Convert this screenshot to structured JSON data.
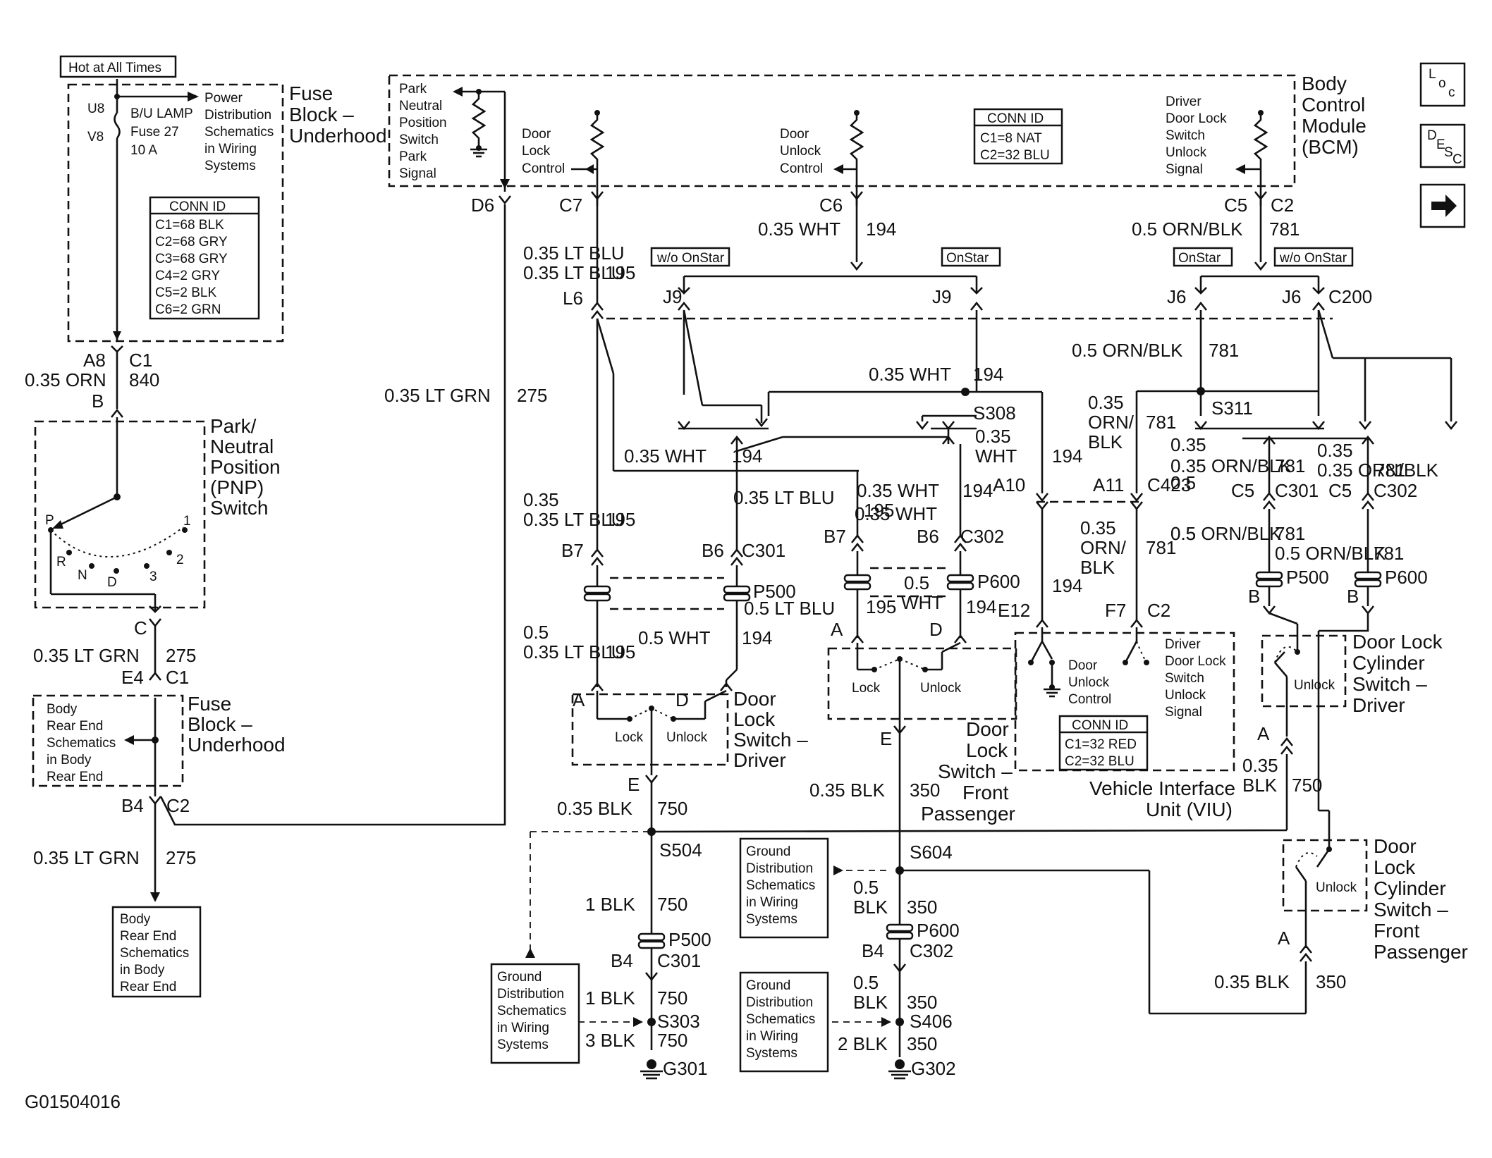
{
  "figure_id": "G01504016",
  "modules": {
    "bcm": "Body Control Module (BCM)",
    "fuse_block_top": "Fuse Block – Underhood",
    "fuse_block_bottom": "Fuse Block – Underhood",
    "pnp": "Park/ Neutral Position (PNP) Switch",
    "dls_driver": "Door Lock Switch – Driver",
    "dls_front": "Door Lock Switch – Front Passenger",
    "viu": "Vehicle Interface Unit (VIU)",
    "dlcs_driver": "Door Lock Cylinder Switch – Driver",
    "dlcs_front": "Door Lock Cylinder Switch – Front Passenger"
  },
  "hot_at_all_times": "Hot at All Times",
  "fuse": {
    "pin_top": "U8",
    "pin_bottom": "V8",
    "name": "B/U LAMP",
    "fuse": "Fuse 27",
    "rating": "10 A",
    "ref": "Power Distribution Schematics in Wiring Systems"
  },
  "conn_id_fuse": {
    "title": "CONN ID",
    "rows": [
      "C1=68 BLK",
      "C2=68 GRY",
      "C3=68 GRY",
      "C4=2 GRY",
      "C5=2 BLK",
      "C6=2 GRN"
    ]
  },
  "conn_id_bcm": {
    "title": "CONN ID",
    "rows": [
      "C1=8 NAT",
      "C2=32 BLU"
    ]
  },
  "conn_id_viu": {
    "title": "CONN ID",
    "rows": [
      "C1=32 RED",
      "C2=32 BLU"
    ]
  },
  "bcm_inputs": {
    "park": "Park Neutral Position Switch Park Signal",
    "lock": "Door Lock Control",
    "unlock": "Door Unlock Control",
    "driver_unlock": "Driver Door Lock Switch Unlock Signal"
  },
  "viu_inputs": {
    "unlock": "Door Unlock Control",
    "driver_unlock": "Driver Door Lock Switch Unlock Signal"
  },
  "switch_labels": {
    "lock": "Lock",
    "unlock": "Unlock"
  },
  "pnp_positions": [
    "P",
    "R",
    "N",
    "D",
    "3",
    "2",
    "1"
  ],
  "options": {
    "without_onstar": "w/o OnStar",
    "onstar": "OnStar"
  },
  "references": {
    "body_rear_end": "Body Rear End Schematics in Body Rear End",
    "ground_dist": "Ground Distribution Schematics in Wiring Systems"
  },
  "pins": {
    "d6": "D6",
    "c7": "C7",
    "c6": "C6",
    "c5": "C5",
    "c2": "C2",
    "a8": "A8",
    "c1": "C1",
    "b": "B",
    "c": "C",
    "e4": "E4",
    "b4": "B4",
    "l6": "L6",
    "j9": "J9",
    "j6": "J6",
    "c200": "C200",
    "b7": "B7",
    "b6": "B6",
    "c301": "C301",
    "c302": "C302",
    "p500": "P500",
    "p600": "P600",
    "a": "A",
    "d": "D",
    "e": "E",
    "a10": "A10",
    "a11": "A11",
    "c423": "C423",
    "e12": "E12",
    "f7": "F7",
    "s308": "S308",
    "s311": "S311",
    "s504": "S504",
    "s604": "S604",
    "s303": "S303",
    "s406": "S406",
    "g301": "G301",
    "g302": "G302"
  },
  "wires": {
    "orn035": "0.35 ORN",
    "n840": "840",
    "ltgrn035": "0.35 LT GRN",
    "n275": "275",
    "ltblu035": "0.35 LT BLU",
    "ltblu05": "0.5 LT BLU",
    "n195": "195",
    "wht035": "0.35 WHT",
    "wht05": "0.5 WHT",
    "n194": "194",
    "ornblk05": "0.5 ORN/BLK",
    "ornblk035": "0.35 ORN/BLK",
    "n781": "781",
    "blk035": "0.35 BLK",
    "blk05": "0.5 BLK",
    "blk1": "1 BLK",
    "blk2": "2 BLK",
    "blk3": "3 BLK",
    "n750": "750",
    "n350": "350"
  },
  "icons": [
    "loc-icon",
    "desc-icon",
    "next-arrow-icon"
  ]
}
